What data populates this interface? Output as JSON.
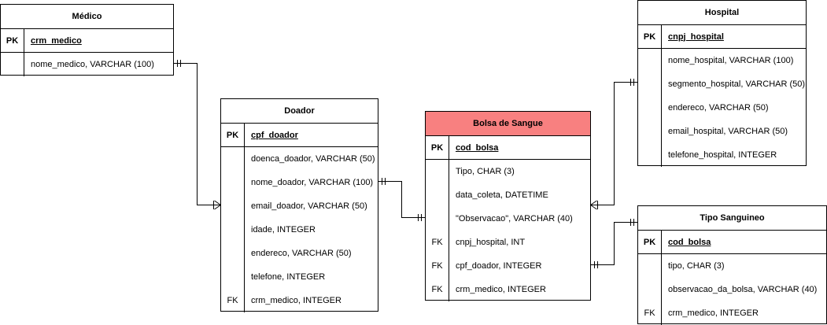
{
  "entities": {
    "medico": {
      "title": "Médico",
      "pk_label": "PK",
      "pk": "crm_medico",
      "attributes": [
        {
          "key": "",
          "text": "nome_medico, VARCHAR (100)"
        }
      ]
    },
    "doador": {
      "title": "Doador",
      "pk_label": "PK",
      "pk": "cpf_doador",
      "attributes": [
        {
          "key": "",
          "text": "doenca_doador, VARCHAR (50)"
        },
        {
          "key": "",
          "text": "nome_doador, VARCHAR (100)"
        },
        {
          "key": "",
          "text": "email_doador, VARCHAR (50)"
        },
        {
          "key": "",
          "text": "idade, INTEGER"
        },
        {
          "key": "",
          "text": "endereco, VARCHAR (50)"
        },
        {
          "key": "",
          "text": "telefone, INTEGER"
        },
        {
          "key": "FK",
          "text": "crm_medico, INTEGER"
        }
      ]
    },
    "bolsa": {
      "title": "Bolsa de Sangue",
      "title_bg": "#f88080",
      "pk_label": "PK",
      "pk": "cod_bolsa",
      "attributes": [
        {
          "key": "",
          "text": "Tipo, CHAR (3)"
        },
        {
          "key": "",
          "text": "data_coleta, DATETIME"
        },
        {
          "key": "",
          "text": "\"Observacao\", VARCHAR (40)"
        },
        {
          "key": "FK",
          "text": "cnpj_hospital, INT"
        },
        {
          "key": "FK",
          "text": "cpf_doador, INTEGER"
        },
        {
          "key": "FK",
          "text": "crm_medico, INTEGER"
        }
      ]
    },
    "hospital": {
      "title": "Hospital",
      "pk_label": "PK",
      "pk": "cnpj_hospital",
      "attributes": [
        {
          "key": "",
          "text": "nome_hospital, VARCHAR (100)"
        },
        {
          "key": "",
          "text": "segmento_hospital, VARCHAR (50)"
        },
        {
          "key": "",
          "text": "endereco, VARCHAR (50)"
        },
        {
          "key": "",
          "text": "email_hospital, VARCHAR (50)"
        },
        {
          "key": "",
          "text": "telefone_hospital, INTEGER"
        }
      ]
    },
    "tipo": {
      "title": "Tipo Sanguineo",
      "pk_label": "PK",
      "pk": "cod_bolsa",
      "attributes": [
        {
          "key": "",
          "text": "tipo, CHAR (3)"
        },
        {
          "key": "",
          "text": "observacao_da_bolsa, VARCHAR (40)"
        },
        {
          "key": "FK",
          "text": "crm_medico, INTEGER"
        }
      ]
    }
  }
}
